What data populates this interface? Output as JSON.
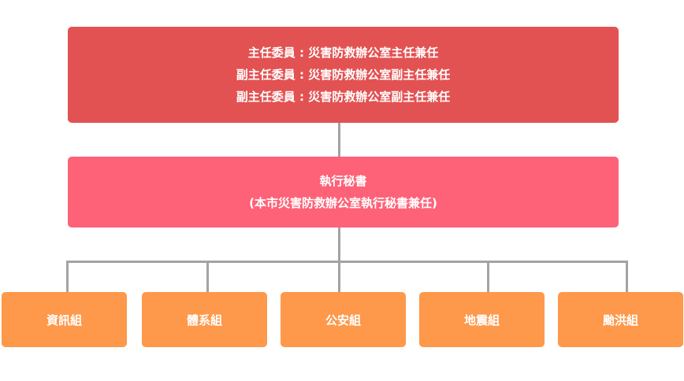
{
  "committee": {
    "lines": [
      "主任委員 : 災害防救辦公室主任兼任",
      "副主任委員 : 災害防救辦公室副主任兼任",
      "副主任委員 : 災害防救辦公室副主任兼任"
    ]
  },
  "secretary": {
    "title": "執行秘書",
    "note": "(本市災害防救辦公室執行秘書兼任)"
  },
  "groups": [
    {
      "label": "資訊組"
    },
    {
      "label": "體系組"
    },
    {
      "label": "公安組"
    },
    {
      "label": "地震組"
    },
    {
      "label": "颱洪組"
    }
  ],
  "colors": {
    "committee": "#e35252",
    "secretary": "#fe6278",
    "group": "#fe984a",
    "connector": "#a3a3a3"
  }
}
